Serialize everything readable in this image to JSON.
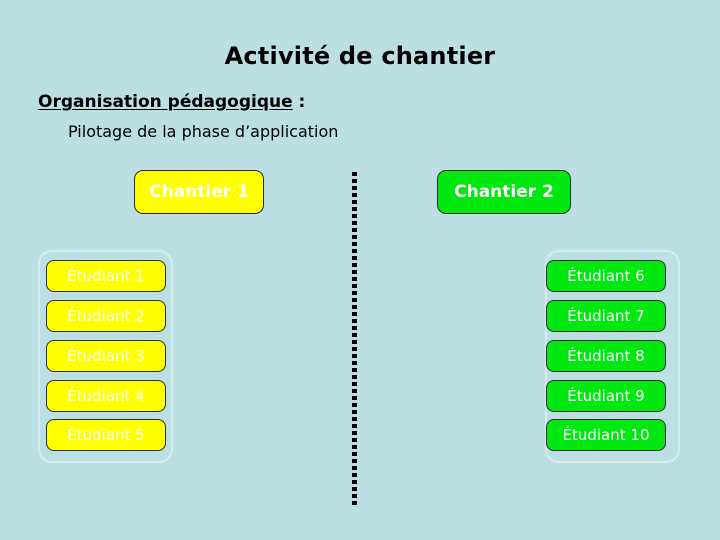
{
  "slide": {
    "background_color": "#bbdfe3",
    "title": "Activité de chantier",
    "heading": {
      "underlined_text": "Organisation pédagogique",
      "suffix": " :"
    },
    "subheading": "Pilotage de la phase d’application"
  },
  "divider": {
    "style": "vertical-dotted-line",
    "color": "#000000"
  },
  "workshops": [
    {
      "id": "chantier-1",
      "label": "Chantier 1",
      "color": "#ffff00",
      "text_color": "#ffffff",
      "students": [
        {
          "label": "Étudiant 1"
        },
        {
          "label": "Étudiant 2"
        },
        {
          "label": "Étudiant 3"
        },
        {
          "label": "Étudiant 4"
        },
        {
          "label": "Étudiant 5"
        }
      ]
    },
    {
      "id": "chantier-2",
      "label": "Chantier 2",
      "color": "#00e810",
      "text_color": "#ffffff",
      "students": [
        {
          "label": "Étudiant 6"
        },
        {
          "label": "Étudiant 7"
        },
        {
          "label": "Étudiant 8"
        },
        {
          "label": "Étudiant 9"
        },
        {
          "label": "Étudiant 10"
        }
      ]
    }
  ]
}
